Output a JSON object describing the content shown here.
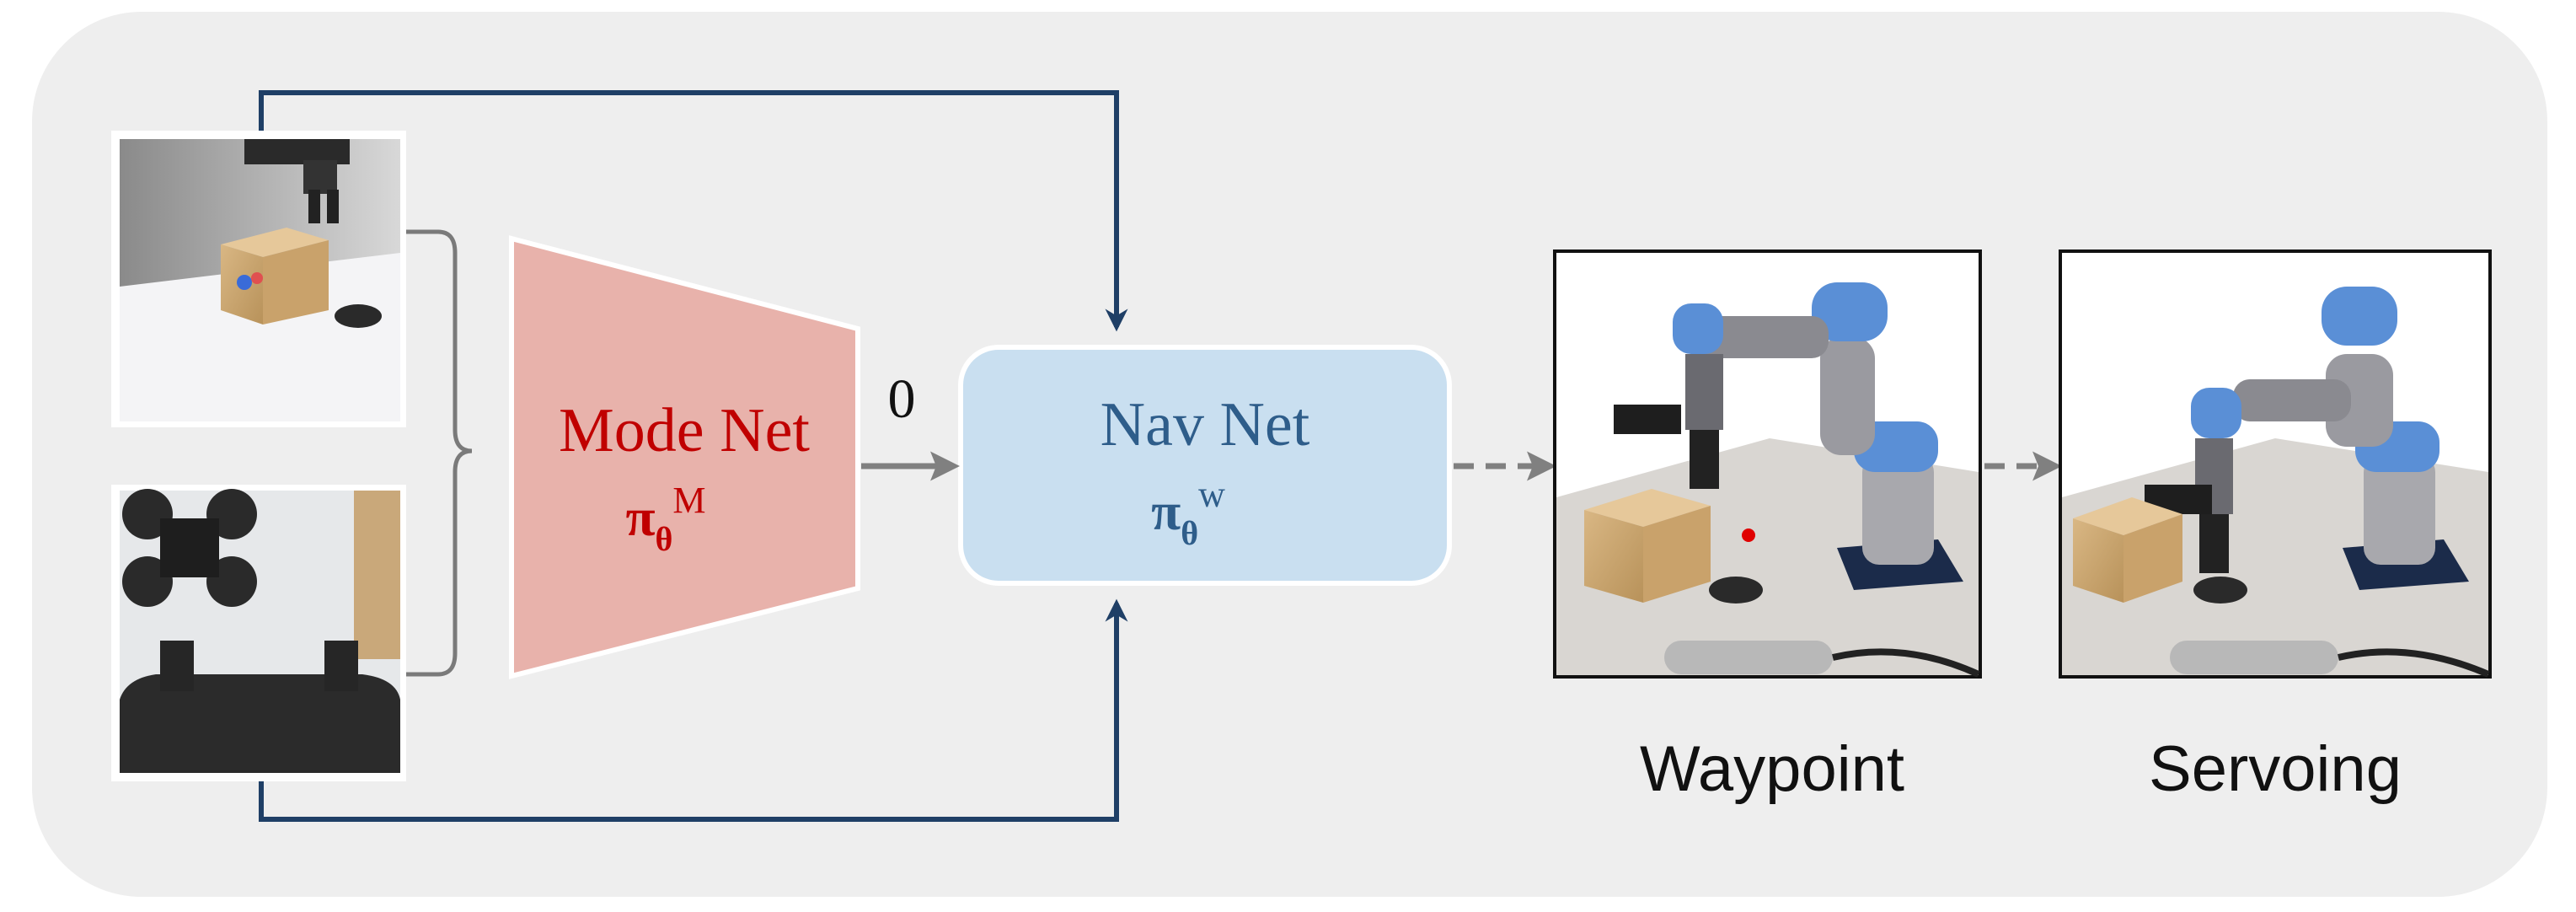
{
  "colors": {
    "panel_bg": "#eeeeee",
    "arrow_navy": "#1f3f66",
    "arrow_gray": "#808080",
    "mode_net_fill": "#e8b2ab",
    "mode_net_text": "#c00000",
    "nav_net_fill": "#c9dff0",
    "nav_net_text": "#2e5d8a",
    "waypoint_dot": "#e00000"
  },
  "inputs": {
    "top_camera_image": "wrist-camera-view-box",
    "bottom_camera_image": "wrist-camera-view-gripper"
  },
  "mode_net": {
    "label": "Mode Net",
    "symbol": "π",
    "subscript": "θ",
    "superscript": "M"
  },
  "connector_label": "0",
  "nav_net": {
    "label": "Nav Net",
    "symbol": "π",
    "subscript": "θ",
    "superscript": "w"
  },
  "outputs": [
    {
      "id": "waypoint",
      "caption": "Waypoint"
    },
    {
      "id": "servoing",
      "caption": "Servoing"
    }
  ]
}
